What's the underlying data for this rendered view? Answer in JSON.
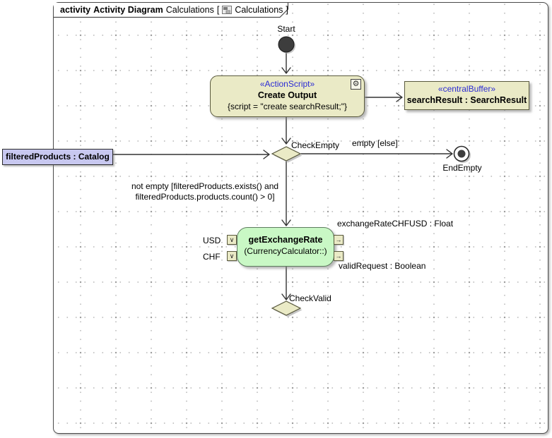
{
  "frame": {
    "keyword": "activity",
    "diagram_type": "Activity Diagram",
    "name": "Calculations",
    "bracket_open": "[",
    "ref_name": "Calculations",
    "bracket_close": "]"
  },
  "nodes": {
    "start": {
      "label": "Start"
    },
    "create_output": {
      "stereotype": "«ActionScript»",
      "name": "Create Output",
      "script": "{script = \"create searchResult;\"}"
    },
    "search_result_buffer": {
      "stereotype": "«centralBuffer»",
      "name": "searchResult : SearchResult"
    },
    "check_empty": {
      "label": "CheckEmpty"
    },
    "filtered_products": {
      "label": "filteredProducts : Catalog"
    },
    "end_empty": {
      "label": "EndEmpty"
    },
    "get_exchange_rate": {
      "name": "getExchangeRate",
      "qualifier": "(CurrencyCalculator::)"
    },
    "check_valid": {
      "label": "CheckValid"
    },
    "pins": {
      "usd": {
        "label": "USD"
      },
      "chf": {
        "label": "CHF"
      },
      "exchange_rate": {
        "label": "exchangeRateCHFUSD : Float"
      },
      "valid_request": {
        "label": "validRequest : Boolean"
      }
    }
  },
  "edges": {
    "empty": {
      "guard": "empty [else]"
    },
    "not_empty": {
      "guard_line1": "not empty [filteredProducts.exists() and",
      "guard_line2": "filteredProducts.products.count() > 0]"
    }
  },
  "icons": {
    "behavior_gear": "⚙",
    "pin_in_glyph": "∨",
    "pin_out_glyph": "→"
  },
  "colors": {
    "node-fill": "#eaeac6",
    "node-border": "#5a5a3d",
    "green-fill": "#c9f8c5",
    "green-border": "#5e7d5e",
    "param-fill": "#c8c8f0",
    "stereotype-blue": "#2b2bd5",
    "edge": "#333333",
    "grid-dot": "#c4c4c4"
  }
}
